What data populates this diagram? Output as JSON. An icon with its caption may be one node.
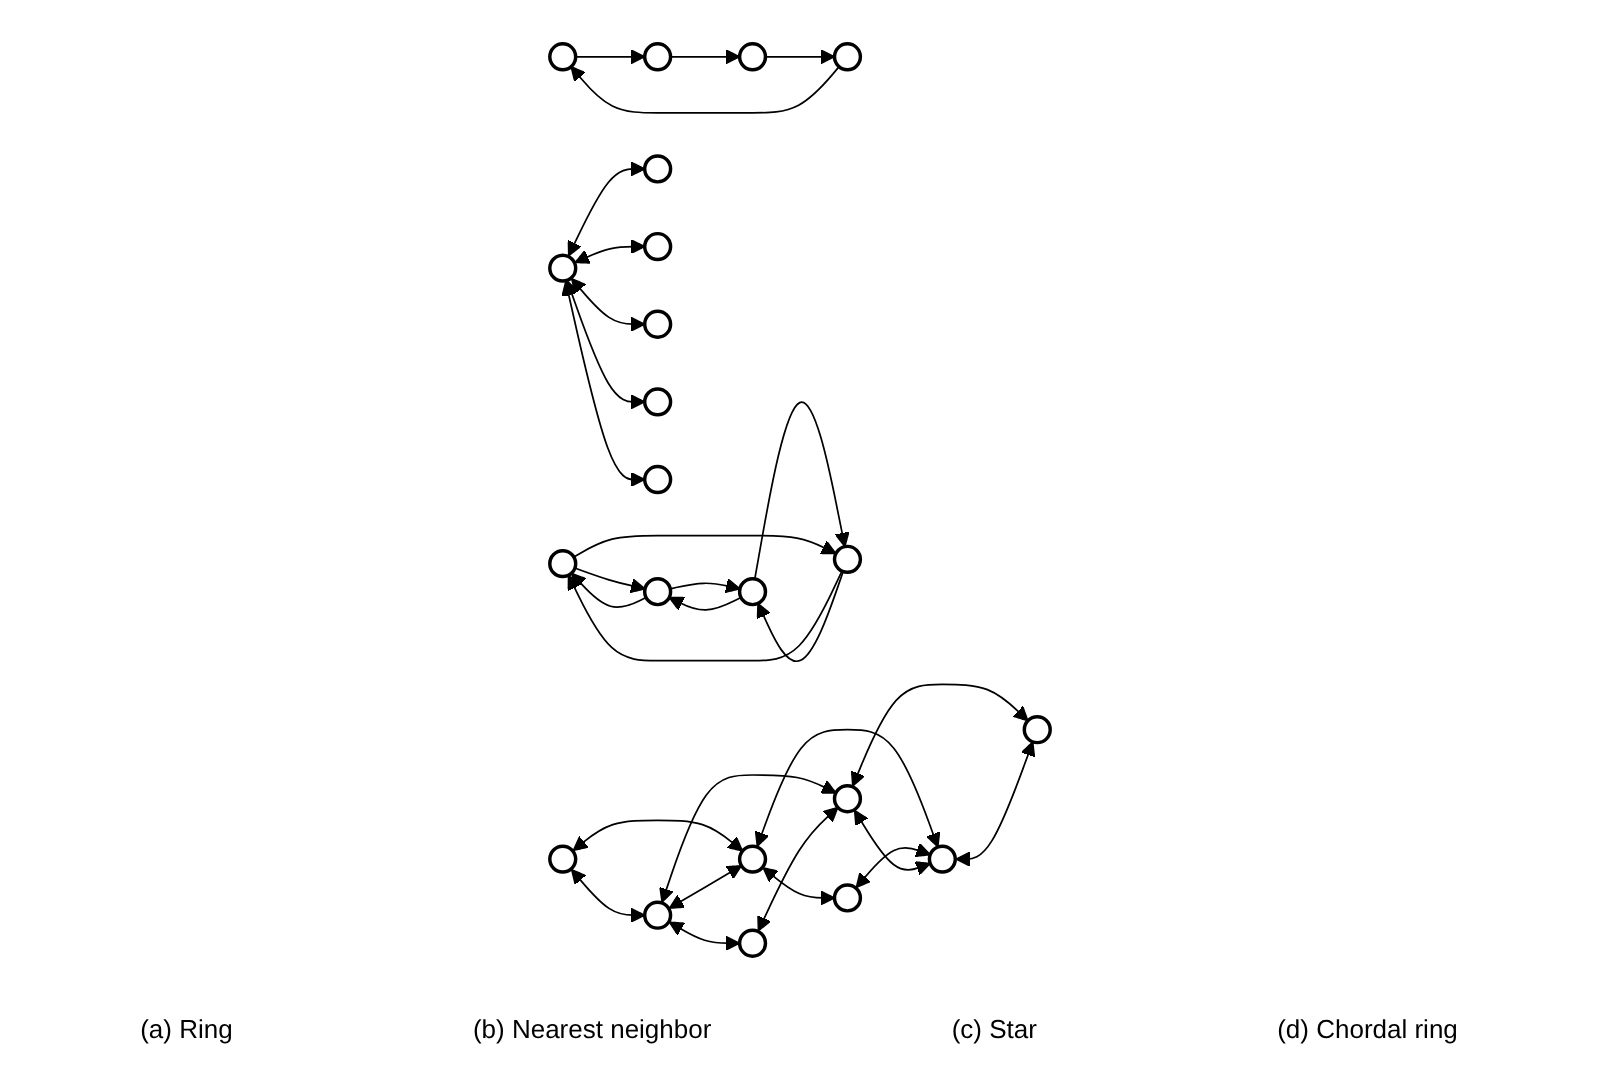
{
  "diagram": {
    "nodes": [
      {
        "text": [],
        "shape": "circle"
      },
      {
        "text": [],
        "shape": "circle"
      },
      {
        "text": [],
        "shape": "circle"
      },
      {
        "text": [],
        "shape": "circle"
      },
      {
        "text": [],
        "shape": "circle"
      },
      {
        "text": [],
        "shape": "circle"
      },
      {
        "text": [],
        "shape": "circle"
      },
      {
        "text": [],
        "shape": "circle"
      },
      {
        "text": [],
        "shape": "circle"
      },
      {
        "text": [],
        "shape": "circle"
      },
      {
        "text": [],
        "shape": "circle"
      },
      {
        "text": [],
        "shape": "circle"
      },
      {
        "text": [],
        "shape": "circle"
      },
      {
        "text": [],
        "shape": "circle"
      },
      {
        "text": [],
        "shape": "circle"
      },
      {
        "text": [],
        "shape": "circle"
      },
      {
        "text": [],
        "shape": "circle"
      },
      {
        "text": [],
        "shape": "circle"
      },
      {
        "text": [],
        "shape": "circle"
      },
      {
        "text": [],
        "shape": "circle"
      },
      {
        "text": [],
        "shape": "circle"
      },
      {
        "text": [],
        "shape": "circle"
      }
    ],
    "edges": [
      {
        "from": 0,
        "to": 1,
        "arrow": "to"
      },
      {
        "from": 1,
        "to": 2,
        "arrow": "to"
      },
      {
        "from": 2,
        "to": 3,
        "arrow": "to"
      },
      {
        "from": 3,
        "to": 0,
        "arrow": "to"
      },
      {
        "from": 4,
        "to": 5,
        "arrow": "to"
      },
      {
        "from": 5,
        "to": 6,
        "arrow": "to"
      },
      {
        "from": 6,
        "to": 7,
        "arrow": "to"
      },
      {
        "from": 7,
        "to": 4,
        "arrow": "to"
      },
      {
        "from": 7,
        "to": 6,
        "arrow": "to"
      },
      {
        "from": 6,
        "to": 5,
        "arrow": "to"
      },
      {
        "from": 5,
        "to": 4,
        "arrow": "to"
      },
      {
        "from": 4,
        "to": 7,
        "arrow": "to"
      },
      {
        "from": 10,
        "to": 8,
        "arrow": "both"
      },
      {
        "from": 10,
        "to": 9,
        "arrow": "both"
      },
      {
        "from": 10,
        "to": 11,
        "arrow": "both"
      },
      {
        "from": 10,
        "to": 12,
        "arrow": "both"
      },
      {
        "from": 10,
        "to": 13,
        "arrow": "both"
      },
      {
        "from": 14,
        "to": 15,
        "arrow": "both"
      },
      {
        "from": 14,
        "to": 16,
        "arrow": "both"
      },
      {
        "from": 15,
        "to": 16,
        "arrow": "both"
      },
      {
        "from": 15,
        "to": 17,
        "arrow": "both"
      },
      {
        "from": 15,
        "to": 19,
        "arrow": "both"
      },
      {
        "from": 16,
        "to": 18,
        "arrow": "both"
      },
      {
        "from": 16,
        "to": 20,
        "arrow": "both"
      },
      {
        "from": 17,
        "to": 19,
        "arrow": "both"
      },
      {
        "from": 18,
        "to": 20,
        "arrow": "both"
      },
      {
        "from": 19,
        "to": 20,
        "arrow": "both"
      },
      {
        "from": 19,
        "to": 21,
        "arrow": "both"
      },
      {
        "from": 20,
        "to": 21,
        "arrow": "both"
      }
    ],
    "labels": [
      "(a) Ring",
      "(b) Nearest neighbor",
      "(c) Star",
      "(d) Chordal ring"
    ]
  }
}
